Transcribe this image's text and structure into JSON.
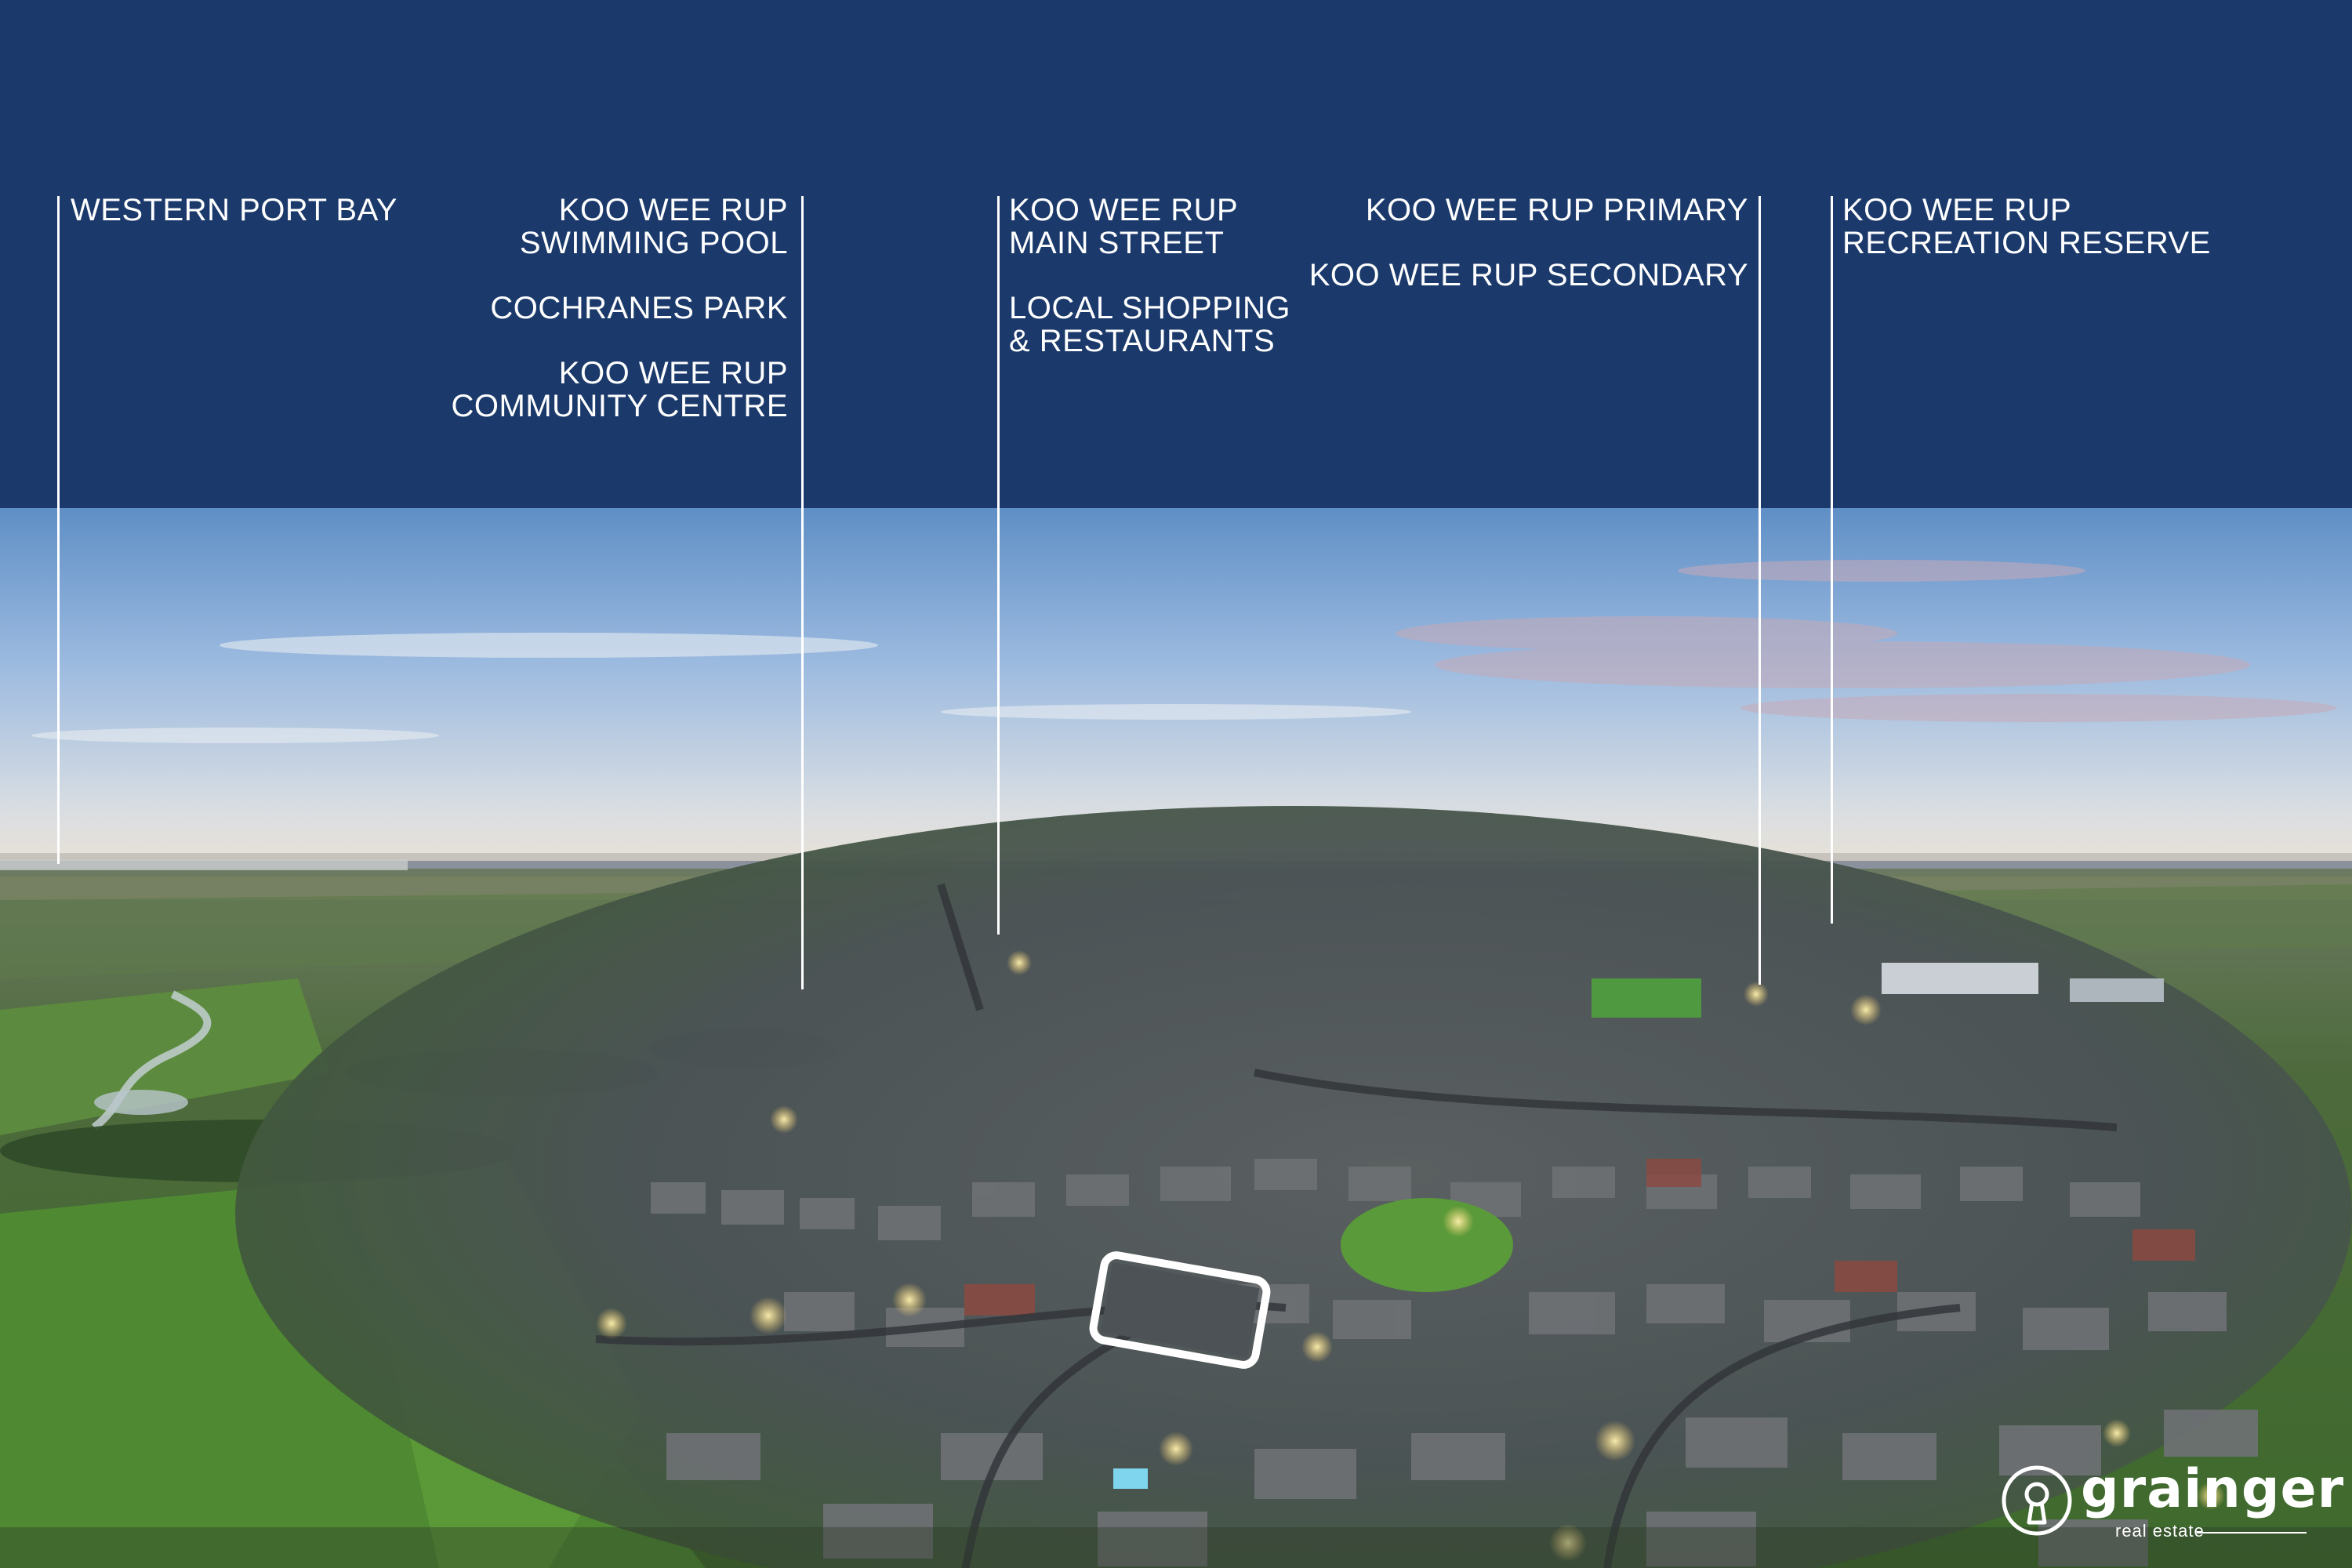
{
  "colors": {
    "banner": "#1b3a6b",
    "text": "#ffffff",
    "highlight": "#ffffff"
  },
  "labels": {
    "western_port_bay": "WESTERN PORT BAY",
    "swimming_pool": "KOO WEE RUP\nSWIMMING POOL",
    "cochranes_park": "COCHRANES PARK",
    "community_centre": "KOO WEE RUP\nCOMMUNITY CENTRE",
    "main_street": "KOO WEE RUP\nMAIN STREET",
    "local_shopping": "LOCAL SHOPPING\n& RESTAURANTS",
    "primary": "KOO WEE RUP PRIMARY",
    "secondary": "KOO WEE RUP SECONDARY",
    "recreation_reserve": "KOO WEE RUP\nRECREATION RESERVE"
  },
  "logo": {
    "name": "grainger",
    "tagline": "real estate",
    "icon": "house-keyhole-icon"
  }
}
